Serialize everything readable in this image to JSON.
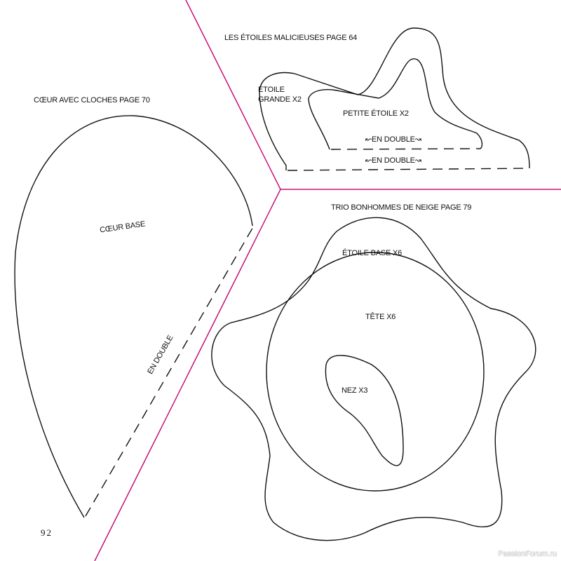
{
  "colors": {
    "divider": "#c8107a",
    "line": "#111111"
  },
  "sections": {
    "heart": {
      "title": "CŒUR AVEC CLOCHES PAGE 70",
      "piece": "CŒUR BASE",
      "fold": "EN DOUBLE"
    },
    "stars": {
      "title": "LES ÉTOILES MALICIEUSES PAGE 64",
      "large_line1": "ÉTOILE",
      "large_line2": "GRANDE X2",
      "small": "PETITE ÉTOILE X2",
      "fold_small": "↜EN DOUBLE↝",
      "fold_large": "↜EN DOUBLE↝"
    },
    "snowmen": {
      "title": "TRIO BONHOMMES DE NEIGE PAGE 79",
      "star_base": "ÉTOILE BASE X6",
      "head": "TÊTE X6",
      "nose": "NEZ X3"
    }
  },
  "page_number": "92",
  "watermark": "PassionForum.ru"
}
